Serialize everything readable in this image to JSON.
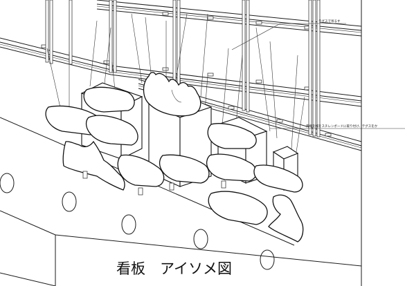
{
  "drawing": {
    "title": "看板　アイソメ図",
    "callouts": [
      {
        "text": "テグスで吊るす"
      },
      {
        "text": "両端を桟をスチレンボードに取り付け、テグスをか"
      }
    ]
  }
}
